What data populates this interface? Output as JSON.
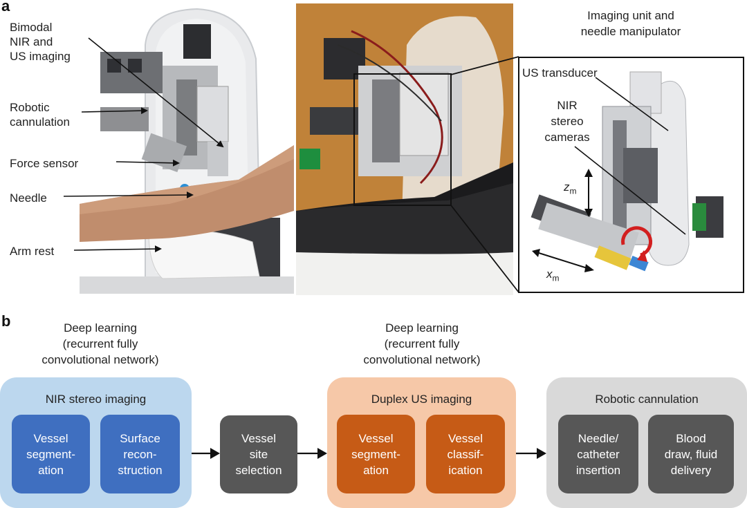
{
  "panel_a": {
    "letter": "a",
    "labels": {
      "imaging": "Bimodal\nNIR and\nUS imaging",
      "cannulation": "Robotic\ncannulation",
      "force": "Force sensor",
      "needle": "Needle",
      "armrest": "Arm rest"
    },
    "inset": {
      "title": "Imaging unit and\nneedle manipulator",
      "us_transducer": "US transducer",
      "nir_cameras": "NIR\nstereo\ncameras",
      "z_axis": "z",
      "z_sub": "m",
      "x_axis": "x",
      "x_sub": "m"
    }
  },
  "panel_b": {
    "letter": "b",
    "dl_caption_1": "Deep learning\n(recurrent fully\nconvolutional network)",
    "dl_caption_2": "Deep learning\n(recurrent fully\nconvolutional network)",
    "groups": [
      {
        "title": "NIR stereo imaging",
        "color": "#bcd7ee",
        "boxes": [
          {
            "label": "Vessel\nsegment-\nation",
            "color": "#3f6fc0"
          },
          {
            "label": "Surface\nrecon-\nstruction",
            "color": "#3f6fc0"
          }
        ]
      },
      {
        "title": "Duplex US imaging",
        "color": "#f6c8a8",
        "boxes": [
          {
            "label": "Vessel\nsegment-\nation",
            "color": "#c65b16"
          },
          {
            "label": "Vessel\nclassif-\nication",
            "color": "#c65b16"
          }
        ]
      },
      {
        "title": "Robotic cannulation",
        "color": "#d9d9d9",
        "boxes": [
          {
            "label": "Needle/\ncatheter\ninsertion",
            "color": "#575757"
          },
          {
            "label": "Blood\ndraw, fluid\ndelivery",
            "color": "#575757"
          }
        ]
      }
    ],
    "standalone": {
      "label": "Vessel\nsite\nselection",
      "color": "#575757"
    }
  }
}
